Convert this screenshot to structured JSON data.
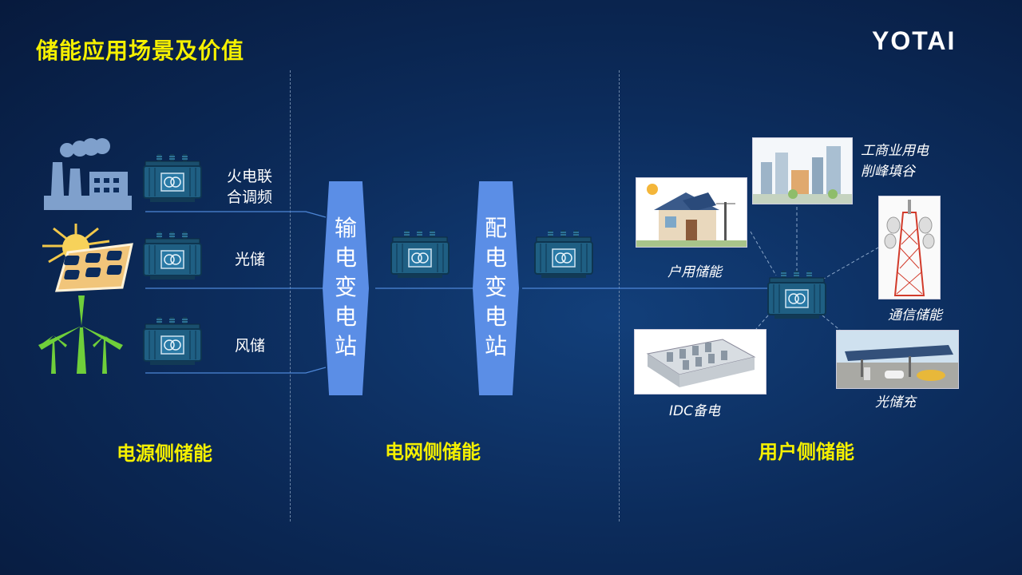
{
  "title": "储能应用场景及价值",
  "logo": "YOTAI",
  "sections": {
    "source": "电源侧储能",
    "grid": "电网侧储能",
    "user": "用户侧储能"
  },
  "source_items": [
    {
      "label_line1": "火电联",
      "label_line2": "合调频",
      "icon": "factory-icon"
    },
    {
      "label_line1": "光储",
      "label_line2": "",
      "icon": "solar-panel-icon"
    },
    {
      "label_line1": "风储",
      "label_line2": "",
      "icon": "wind-turbine-icon"
    }
  ],
  "stations": {
    "transmission": [
      "输",
      "电",
      "变",
      "电",
      "站"
    ],
    "distribution": [
      "配",
      "电",
      "变",
      "电",
      "站"
    ]
  },
  "user_items": [
    {
      "label_line1": "工商业用电",
      "label_line2": "削峰填谷",
      "icon": "city-icon"
    },
    {
      "label": "户用储能",
      "icon": "house-icon"
    },
    {
      "label": "通信储能",
      "icon": "telecom-tower-icon"
    },
    {
      "label": "IDC备电",
      "icon": "datacenter-icon"
    },
    {
      "label": "光储充",
      "icon": "solar-carport-icon"
    }
  ],
  "colors": {
    "accent_yellow": "#f5f000",
    "station_blue": "#5b8ee6",
    "transformer_teal": "#1f5f83",
    "line_blue": "#4d86d6"
  }
}
